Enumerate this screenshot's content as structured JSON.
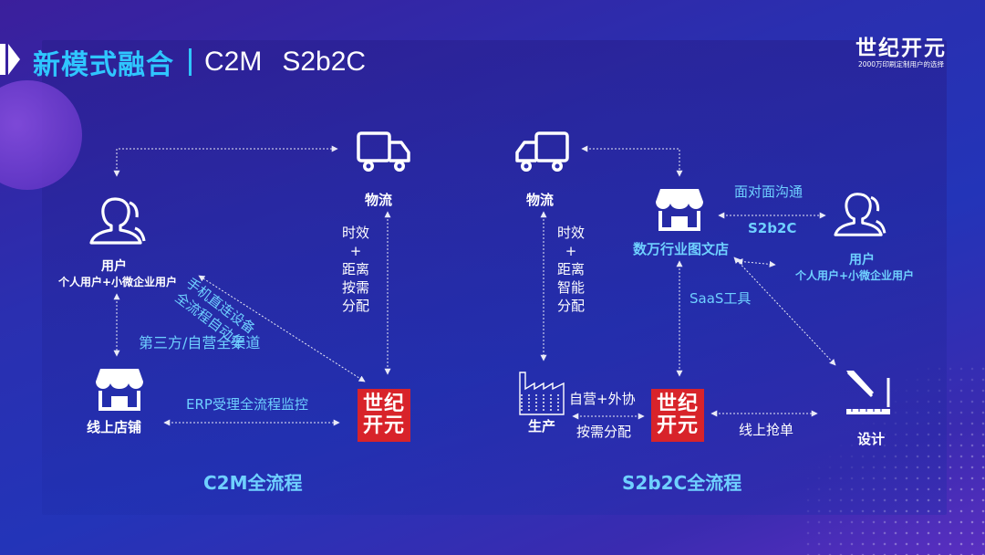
{
  "title": {
    "main": "新模式融合",
    "sub1": "C2M",
    "sub2": "S2b2C"
  },
  "brand": {
    "name": "世纪开元",
    "tagline": "2000万印刷定制用户的选择"
  },
  "logo_box": {
    "line1": "世纪",
    "line2": "开元"
  },
  "left": {
    "logistics": "物流",
    "user": "用户",
    "user_sub": "个人用户+小微企业用户",
    "store": "线上店铺",
    "vertical_stack": [
      "时效",
      "+",
      "距离",
      "按需",
      "分配"
    ],
    "rotated_line1": "手机直连设备",
    "rotated_line2": "全流程自动化",
    "third_party": "第三方/自营全渠道",
    "erp": "ERP受理全流程监控",
    "footer": "C2M全流程"
  },
  "right": {
    "logistics": "物流",
    "store": "数万行业图文店",
    "face_to_face": "面对面沟通",
    "s2b2c_link": "S2b2C",
    "user": "用户",
    "user_sub": "个人用户+小微企业用户",
    "vertical_stack": [
      "时效",
      "+",
      "距离",
      "智能",
      "分配"
    ],
    "saas": "SaaS工具",
    "production": "生产",
    "self_outsource": "自营+外协",
    "on_demand": "按需分配",
    "online_grab": "线上抢单",
    "design": "设计",
    "footer": "S2b2C全流程"
  },
  "colors": {
    "accent": "#2fc6ff",
    "logo_red": "#d8232a",
    "light_blue": "#6fd0ff"
  }
}
